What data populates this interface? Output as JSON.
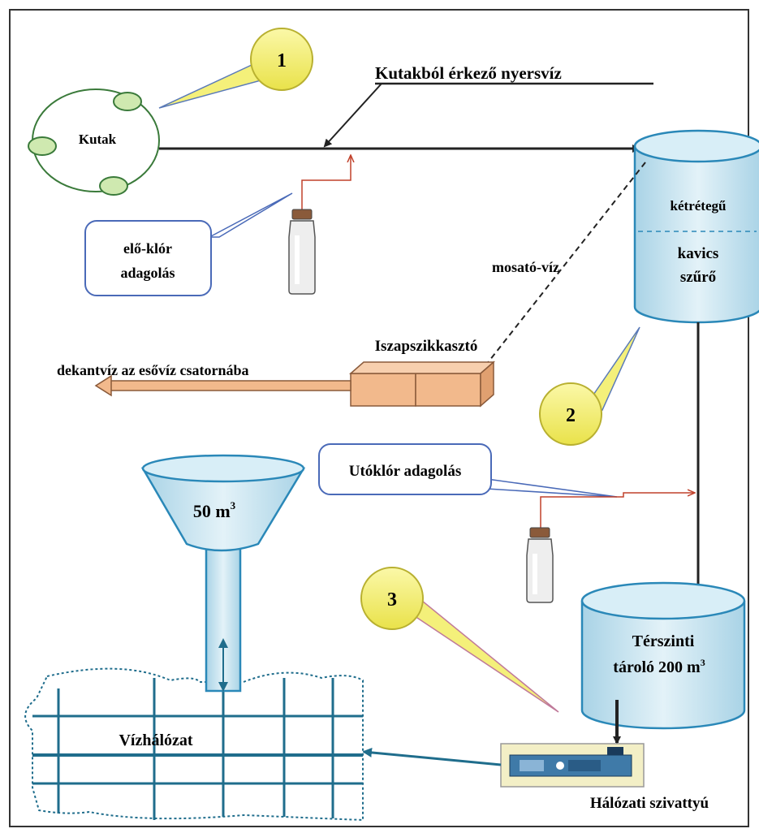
{
  "labels": {
    "wells": "Kutak",
    "raw_water": "Kutakból érkező nyersvíz",
    "prechlor_line1": "elő-klór",
    "prechlor_line2": "adagolás",
    "washwater": "mosató-víz",
    "filter_line1": "kétrétegű",
    "filter_line2": "kavics",
    "filter_line3": "szűrő",
    "sludge_tank": "Iszapszikkasztó",
    "decant": "dekantvíz az esővíz csatornába",
    "postchlor": "Utóklór adagolás",
    "tower": "50 m",
    "tower_sup": "3",
    "storage_line1": "Térszinti",
    "storage_line2": "tároló 200 m",
    "storage_sup": "3",
    "network": "Vízhálózat",
    "pump": "Hálózati szivattyú"
  },
  "callouts": [
    "1",
    "2",
    "3"
  ],
  "colors": {
    "callout_fill": "#f4f07a",
    "tank_blue": "#bfe0ee",
    "tank_stroke": "#2a88b8",
    "pipe_dark": "#222222",
    "sludge_fill": "#f2b98c",
    "network_blue": "#1f6d8c",
    "dosing_line": "#c0402a"
  }
}
